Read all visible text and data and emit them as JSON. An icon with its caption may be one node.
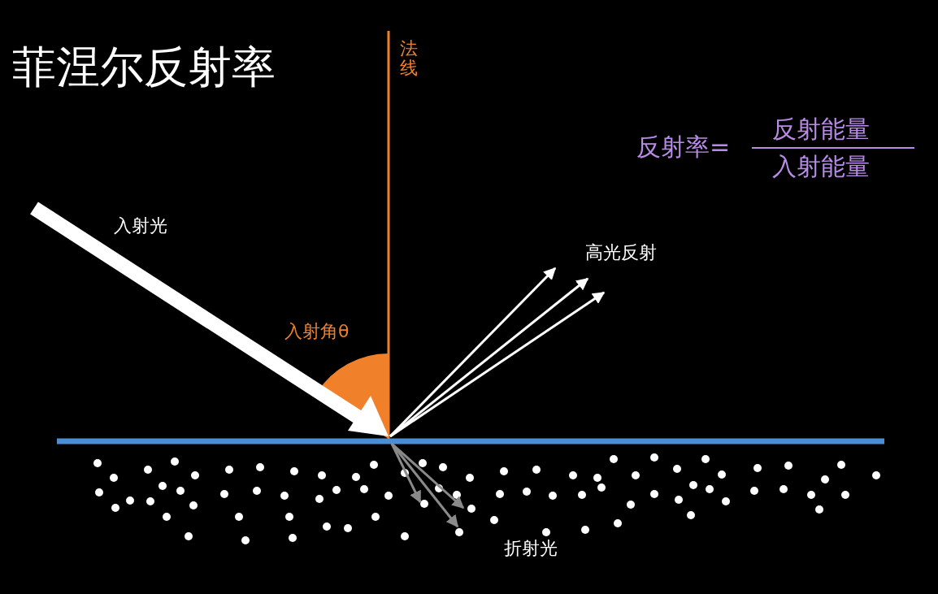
{
  "diagram": {
    "title": "菲涅尔反射率",
    "labels": [
      "法线",
      "反射率=",
      "反射能量",
      "入射能量",
      "入射光",
      "高光反射",
      "入射角θ",
      "折射光"
    ]
  }
}
